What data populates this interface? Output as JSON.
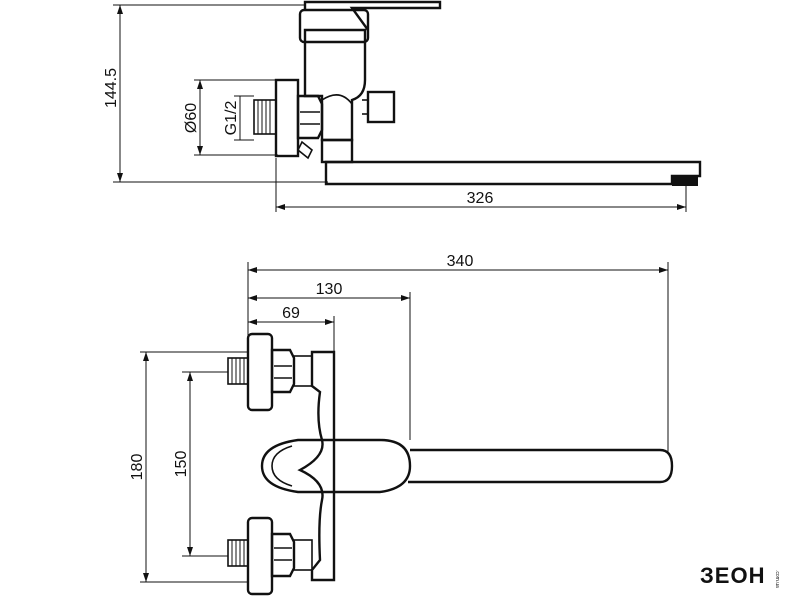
{
  "side_view": {
    "dimensions": {
      "height": "144.5",
      "diameter": "Ø60",
      "thread": "G1/2",
      "spout_reach": "326"
    }
  },
  "front_view": {
    "dimensions": {
      "overall_length": "340",
      "lever_axis": "130",
      "inlet_offset": "69",
      "adjustment_max": "180",
      "center_distance": "150"
    }
  },
  "brand": {
    "logo_text": "ЗЕОН",
    "sub_text": ".com.ua"
  },
  "colors": {
    "line": "#111111",
    "background": "#ffffff"
  }
}
